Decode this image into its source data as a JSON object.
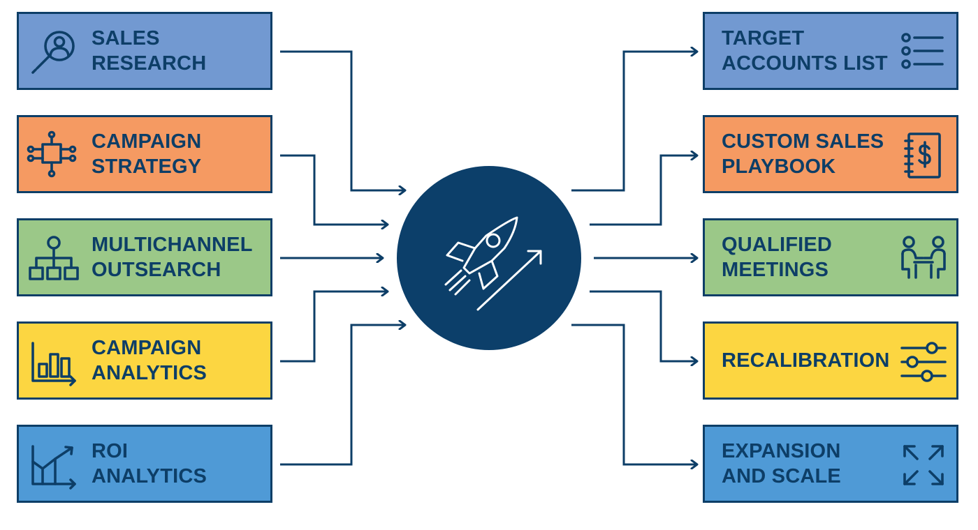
{
  "colors": {
    "navy": "#0d3e67",
    "hub": "#0c3f6a",
    "blue_light": "#7299d1",
    "orange": "#f59a62",
    "green": "#9bc888",
    "yellow": "#fcd641",
    "blue": "#4f9ad6"
  },
  "inputs": [
    {
      "label": "SALES\nRESEARCH",
      "icon": "magnifier-person-icon",
      "color": "#7299d1"
    },
    {
      "label": "CAMPAIGN\nSTRATEGY",
      "icon": "network-nodes-icon",
      "color": "#f59a62"
    },
    {
      "label": "MULTICHANNEL\nOUTSEARCH",
      "icon": "org-chart-icon",
      "color": "#9bc888"
    },
    {
      "label": "CAMPAIGN\nANALYTICS",
      "icon": "bar-chart-icon",
      "color": "#fcd641"
    },
    {
      "label": "ROI\nANALYTICS",
      "icon": "growth-chart-icon",
      "color": "#4f9ad6"
    }
  ],
  "hub": {
    "icon": "rocket-growth-icon"
  },
  "outputs": [
    {
      "label": "TARGET\nACCOUNTS LIST",
      "icon": "bullet-list-icon",
      "color": "#7299d1"
    },
    {
      "label": "CUSTOM SALES\nPLAYBOOK",
      "icon": "dollar-notebook-icon",
      "color": "#f59a62"
    },
    {
      "label": "QUALIFIED\nMEETINGS",
      "icon": "meeting-people-icon",
      "color": "#9bc888"
    },
    {
      "label": "RECALIBRATION",
      "icon": "sliders-icon",
      "color": "#fcd641"
    },
    {
      "label": "EXPANSION\nAND SCALE",
      "icon": "expand-arrows-icon",
      "color": "#4f9ad6"
    }
  ]
}
